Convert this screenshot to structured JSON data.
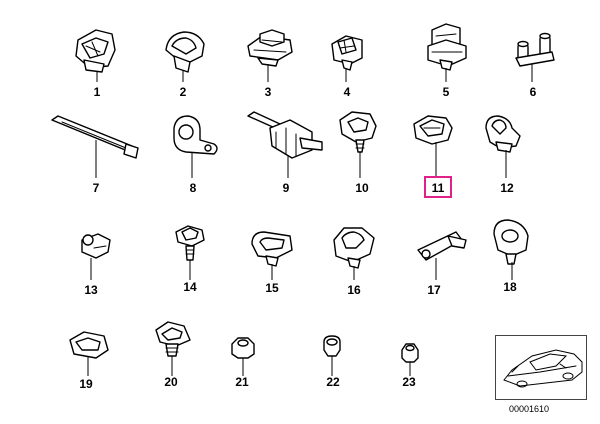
{
  "parts": [
    {
      "id": "1",
      "label": "1"
    },
    {
      "id": "2",
      "label": "2"
    },
    {
      "id": "3",
      "label": "3"
    },
    {
      "id": "4",
      "label": "4"
    },
    {
      "id": "5",
      "label": "5"
    },
    {
      "id": "6",
      "label": "6"
    },
    {
      "id": "7",
      "label": "7"
    },
    {
      "id": "8",
      "label": "8"
    },
    {
      "id": "9",
      "label": "9"
    },
    {
      "id": "10",
      "label": "10"
    },
    {
      "id": "11",
      "label": "11"
    },
    {
      "id": "12",
      "label": "12"
    },
    {
      "id": "13",
      "label": "13"
    },
    {
      "id": "14",
      "label": "14"
    },
    {
      "id": "15",
      "label": "15"
    },
    {
      "id": "16",
      "label": "16"
    },
    {
      "id": "17",
      "label": "17"
    },
    {
      "id": "18",
      "label": "18"
    },
    {
      "id": "19",
      "label": "19"
    },
    {
      "id": "20",
      "label": "20"
    },
    {
      "id": "21",
      "label": "21"
    },
    {
      "id": "22",
      "label": "22"
    },
    {
      "id": "23",
      "label": "23"
    }
  ],
  "highlighted_part": "11",
  "highlight_color": "#e0218a",
  "diagram_code": "00001610"
}
